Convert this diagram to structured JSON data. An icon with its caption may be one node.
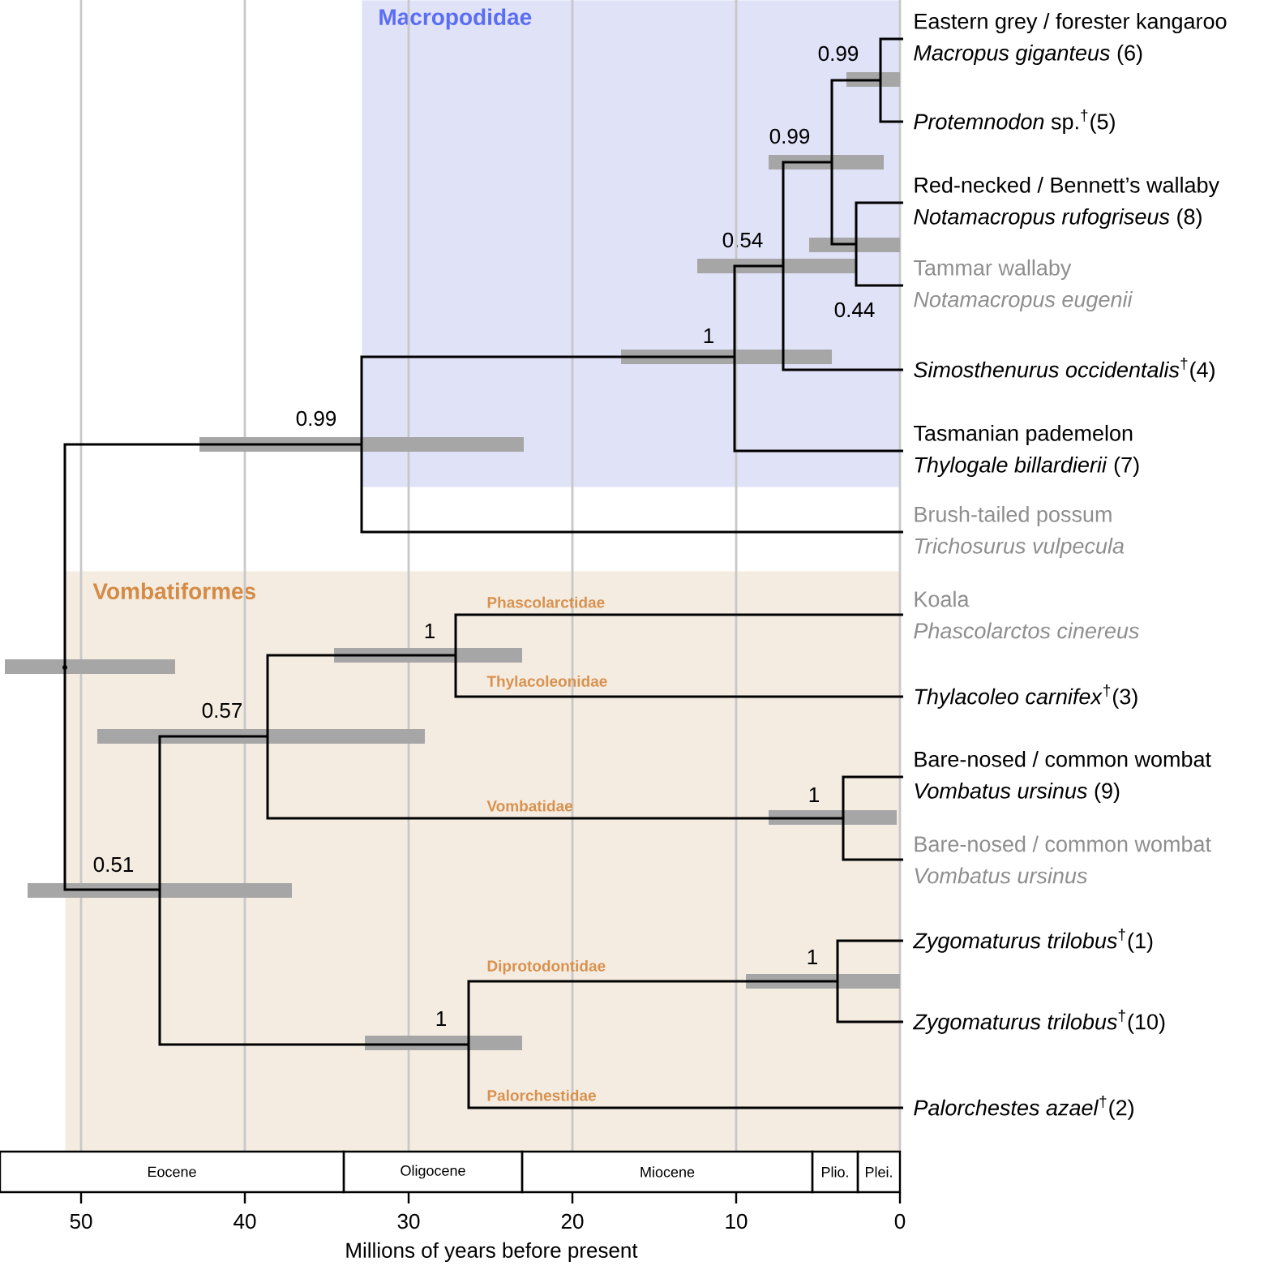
{
  "diagram": {
    "nodes": [
      {
        "text": [
          "Macropodidae"
        ]
      },
      {
        "text": [
          "Vombatiformes"
        ]
      },
      {
        "text": [],
        "shape": "point"
      },
      {
        "text": [
          "0.99"
        ]
      },
      {
        "text": [
          "1"
        ],
        "in": 0
      },
      {
        "text": [
          "0.54"
        ],
        "in": 0
      },
      {
        "text": [
          "0.99"
        ],
        "in": 0
      },
      {
        "text": [
          "0.99"
        ],
        "in": 0
      },
      {
        "text": [
          "Eastern grey / forester kangaroo",
          "*Macropus giganteus* (6)"
        ]
      },
      {
        "text": [
          "*Protemnodon* sp.$^{†}$(5)"
        ]
      },
      {
        "text": [
          "0.44"
        ],
        "in": 0
      },
      {
        "text": [
          "Red-necked / Bennett’s wallaby",
          "*Notamacropus rufogriseus* (8)"
        ]
      },
      {
        "text": [
          "Tammar wallaby",
          "Notamacropus eugenii"
        ]
      },
      {
        "text": [
          "*Simosthenurus occidentalis*$^{†}$(4)"
        ]
      },
      {
        "text": [
          "Tasmanian pademelon",
          "*Thylogale billardierii* (7)"
        ]
      },
      {
        "text": [
          "Brush-tailed possum",
          "Trichosurus vulpecula"
        ]
      },
      {
        "text": [
          "0.51"
        ],
        "in": 1
      },
      {
        "text": [
          "0.57"
        ],
        "in": 1
      },
      {
        "text": [
          "1"
        ],
        "in": 1
      },
      {
        "text": [
          "Koala",
          "Phascolarctos cinereus"
        ]
      },
      {
        "text": [
          "*Thylacoleo carnifex*$^{†}$(3)"
        ]
      },
      {
        "text": [
          "1"
        ],
        "in": 1
      },
      {
        "text": [
          "Bare-nosed / common wombat",
          "*Vombatus ursinus* (9)"
        ]
      },
      {
        "text": [
          "Bare-nosed / common wombat",
          "Vombatus ursinus"
        ]
      },
      {
        "text": [
          "1"
        ],
        "in": 1
      },
      {
        "text": [
          "1"
        ],
        "in": 1
      },
      {
        "text": [
          "*Zygomaturus trilobus*$^{†}$(1)"
        ]
      },
      {
        "text": [
          "*Zygomaturus trilobus*$^{†}$(10)"
        ]
      },
      {
        "text": [
          "*Palorchestes azael*$^{†}$(2)"
        ]
      }
    ],
    "edges": [
      {
        "from": 2,
        "to": 3,
        "arrow": "none"
      },
      {
        "from": 2,
        "to": 16,
        "arrow": "none"
      },
      {
        "from": 3,
        "to": 4,
        "arrow": "none"
      },
      {
        "from": 3,
        "to": 15,
        "arrow": "none"
      },
      {
        "from": 4,
        "to": 5,
        "arrow": "none"
      },
      {
        "from": 4,
        "to": 14,
        "arrow": "none"
      },
      {
        "from": 5,
        "to": 6,
        "arrow": "none"
      },
      {
        "from": 5,
        "to": 13,
        "arrow": "none"
      },
      {
        "from": 6,
        "to": 7,
        "arrow": "none"
      },
      {
        "from": 6,
        "to": 10,
        "arrow": "none"
      },
      {
        "from": 7,
        "to": 8,
        "arrow": "none"
      },
      {
        "from": 7,
        "to": 9,
        "arrow": "none"
      },
      {
        "from": 10,
        "to": 11,
        "arrow": "none"
      },
      {
        "from": 10,
        "to": 12,
        "arrow": "none"
      },
      {
        "from": 16,
        "to": 17,
        "arrow": "none"
      },
      {
        "from": 16,
        "to": 24,
        "arrow": "none"
      },
      {
        "from": 17,
        "to": 18,
        "arrow": "none"
      },
      {
        "from": 17,
        "to": 21,
        "arrow": "none",
        "label": "Vombatidae"
      },
      {
        "from": 18,
        "to": 19,
        "arrow": "none",
        "label": "Phascolarctidae"
      },
      {
        "from": 18,
        "to": 20,
        "arrow": "none",
        "label": "Thylacoleonidae"
      },
      {
        "from": 21,
        "to": 22,
        "arrow": "none"
      },
      {
        "from": 21,
        "to": 23,
        "arrow": "none"
      },
      {
        "from": 24,
        "to": 25,
        "arrow": "none",
        "label": "Diprotodontidae"
      },
      {
        "from": 24,
        "to": 28,
        "arrow": "none",
        "label": "Palorchestidae"
      },
      {
        "from": 25,
        "to": 26,
        "arrow": "none"
      },
      {
        "from": 25,
        "to": 27,
        "arrow": "none"
      }
    ],
    "labels": [
      "Eocene",
      "Oligocene",
      "Miocene",
      "Plio.",
      "Plei.",
      "50",
      "40",
      "30",
      "20",
      "10",
      "0",
      "Millions of years before present"
    ]
  }
}
